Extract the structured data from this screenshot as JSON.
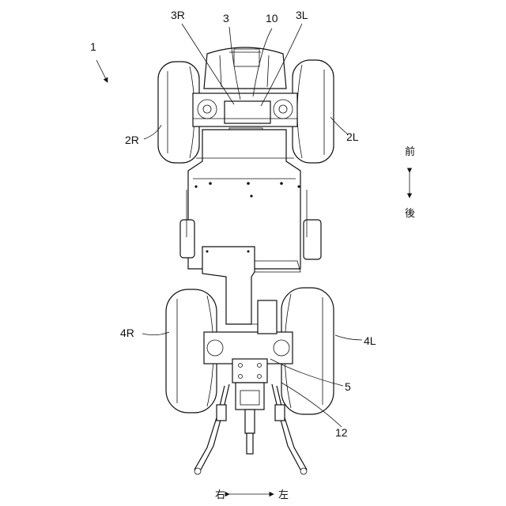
{
  "labels": {
    "vehicle": "1",
    "front_axle_right": "3R",
    "front_axle_center": "3",
    "hood": "10",
    "front_axle_left": "3L",
    "front_wheel_right": "2R",
    "front_wheel_left": "2L",
    "rear_wheel_right": "4R",
    "rear_wheel_left": "4L",
    "hitch": "5",
    "three_point_link": "12"
  },
  "direction": {
    "front": "前",
    "rear": "後",
    "right": "右",
    "left": "左"
  }
}
